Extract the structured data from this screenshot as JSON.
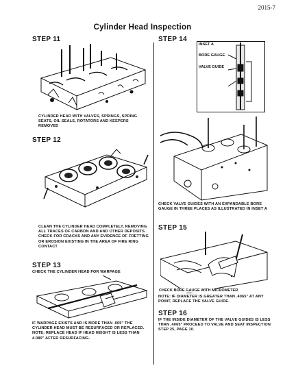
{
  "page_number": "2015-7",
  "title": "Cylinder Head Inspection",
  "steps": {
    "s11": {
      "label": "STEP 11",
      "caption": "CYLINDER HEAD WITH VALVES, SPRINGS, SPRING SEATS, OIL SEALS, ROTATORS AND KEEPERS REMOVED"
    },
    "s12": {
      "label": "STEP 12",
      "caption": "CLEAN THE CYLINDER HEAD COMPLETELY, REMOVING ALL TRACES OF CARBON AND AND OTHER DEPOSITS. CHECK FOR CRACKS AND ANY EVIDENCE OF FRETTING OR EROSION EXISTING IN THE AREA OF FIRE RING CONTACT"
    },
    "s13": {
      "label": "STEP 13",
      "intro": "CHECK THE CYLINDER HEAD FOR WARPAGE",
      "caption": "IF WARPAGE EXISTS AND IS MORE THAN .005\" THE CYLINDER HEAD MUST BE RESURFACED OR REPLACED. NOTE: REPLACE HEAD IF HEAD HEIGHT IS LESS THAN 4.080\" AFTER RESURFACING."
    },
    "s14": {
      "label": "STEP 14",
      "inset_a": "INSET A",
      "bore_gauge": "BORE GAUGE",
      "valve_guide": "VALVE GUIDE",
      "caption": "CHECK VALVE GUIDES WITH AN EXPANDABLE BORE GAUGE IN THREE PLACES AS ILLUSTRATED IN INSET A"
    },
    "s15": {
      "label": "STEP 15",
      "callout": "CHECK BORE GAUGE WITH MICROMETER",
      "caption": "NOTE: IF DIAMETER IS GREATER THAN .4065\" AT ANY POINT, REPLACE THE VALVE GUIDE."
    },
    "s16": {
      "label": "STEP 16",
      "caption": "IF THE INSIDE DIAMETER OF THE VALVE GUIDES IS LESS THAN .4065\" PROCEED TO VALVE AND SEAT INSPECTION STEP 25, PAGE 10."
    }
  }
}
